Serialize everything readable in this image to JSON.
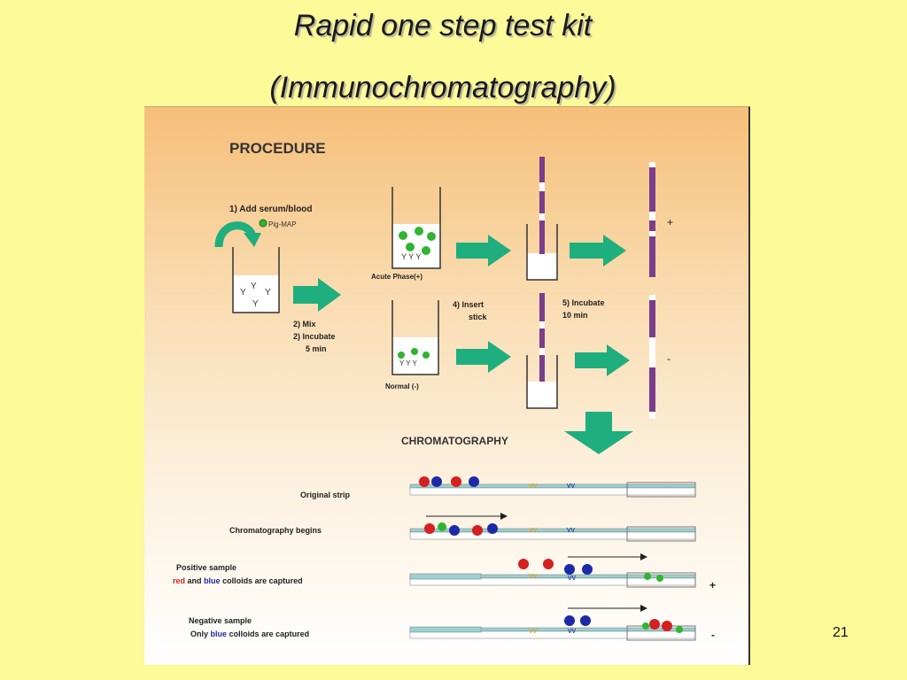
{
  "slide": {
    "title_line1": "Rapid one step test kit",
    "title_line2": "(Immunochromatography)",
    "page_number": "21"
  },
  "procedure": {
    "heading": "PROCEDURE",
    "step1": "1) Add serum/blood",
    "reagent_label": "Pig-MAP",
    "step2_line1": "2) Mix",
    "step2_line2": "2) Incubate",
    "step2_line3": "5 min",
    "acute_label": "Acute Phase(+)",
    "normal_label": "Normal (-)",
    "step4_line1": "4) Insert",
    "step4_line2": "stick",
    "step5_line1": "5) Incubate",
    "step5_line2": "10 min",
    "plus_sign": "+",
    "minus_sign": "-"
  },
  "chromatography": {
    "heading": "CHROMATOGRAPHY",
    "row1_label": "Original strip",
    "row2_label": "Chromatography begins",
    "row3_line1": "Positive sample",
    "row3_red": "red",
    "row3_and": "and",
    "row3_blue": "blue",
    "row3_rest": "colloids are captured",
    "row4_line1": "Negative sample",
    "row4_only": "Only",
    "row4_blue": "blue",
    "row4_rest": "colloids are captured",
    "result_plus": "+",
    "result_minus": "-"
  },
  "colors": {
    "background": "#fdfa99",
    "arrow": "#1fae7e",
    "stick": "#7a3e8c",
    "red_colloid": "#d42020",
    "blue_colloid": "#1c2aa8",
    "green_particle": "#2fb52f"
  }
}
